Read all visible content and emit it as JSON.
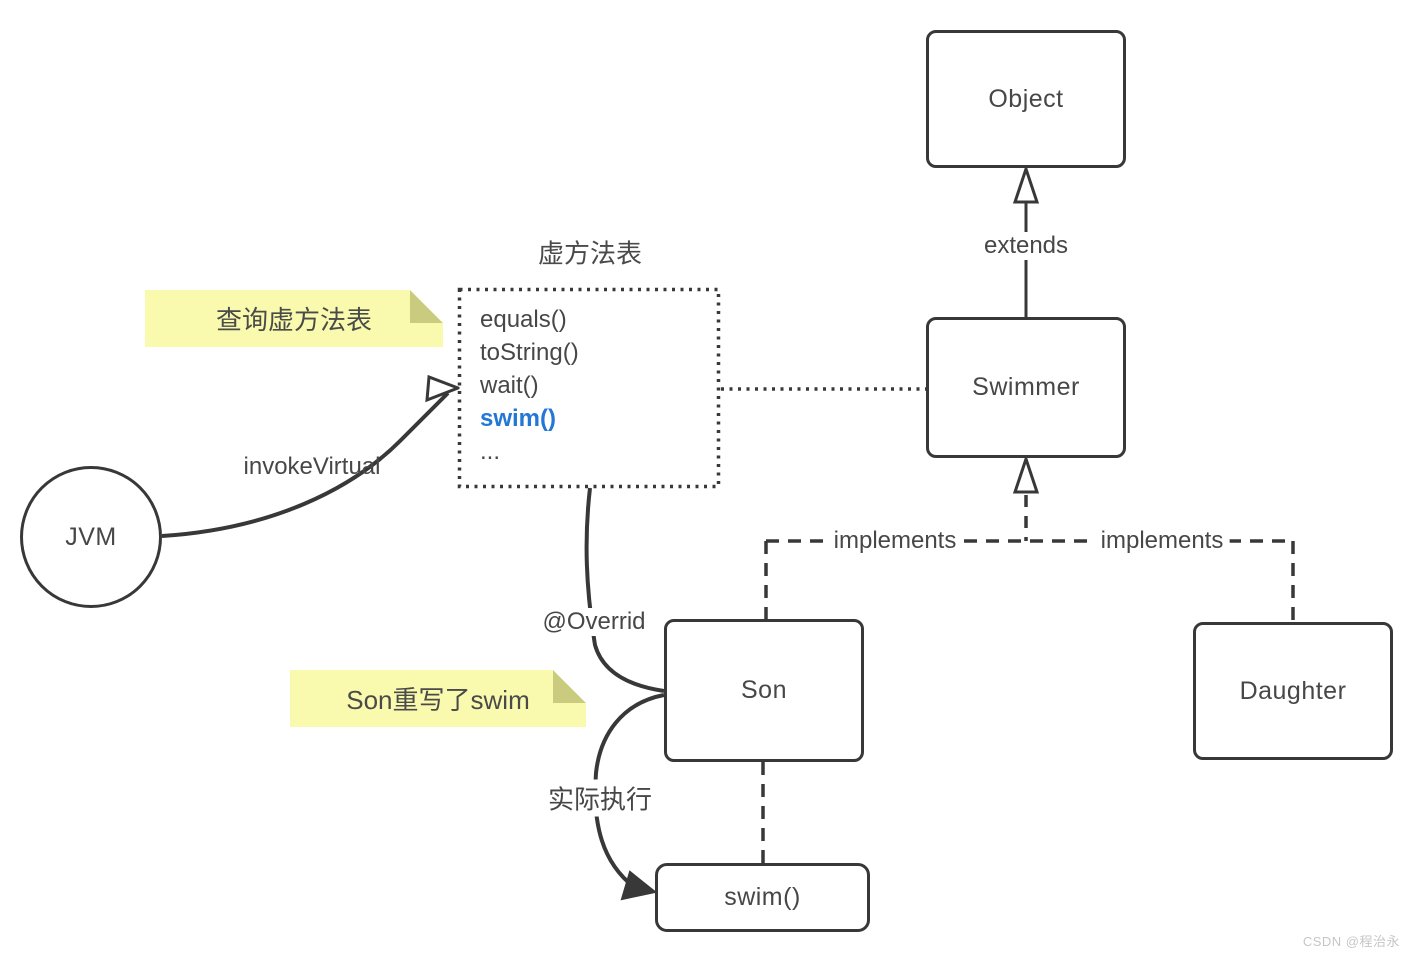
{
  "diagram": {
    "vtable": {
      "title": "虚方法表",
      "methods": [
        "equals()",
        "toString()",
        "wait()",
        "swim()",
        "..."
      ]
    },
    "nodes": {
      "jvm": "JVM",
      "object": "Object",
      "swimmer": "Swimmer",
      "son": "Son",
      "daughter": "Daughter",
      "swim_method": "swim()"
    },
    "edge_labels": {
      "extends": "extends",
      "implements_left": "implements",
      "implements_right": "implements",
      "invoke_virtual": "invokeVirtual",
      "override": "@Overrid",
      "actual_execution": "实际执行"
    },
    "sticky_notes": {
      "query_vtable": "查询虚方法表",
      "son_overrides_swim": "Son重写了swim"
    },
    "watermark": "CSDN @程治永",
    "colors": {
      "line": "#383838",
      "highlight_method": "#2577d6",
      "sticky_bg": "#fafaae",
      "sticky_fold": "#cbcb7f"
    }
  }
}
